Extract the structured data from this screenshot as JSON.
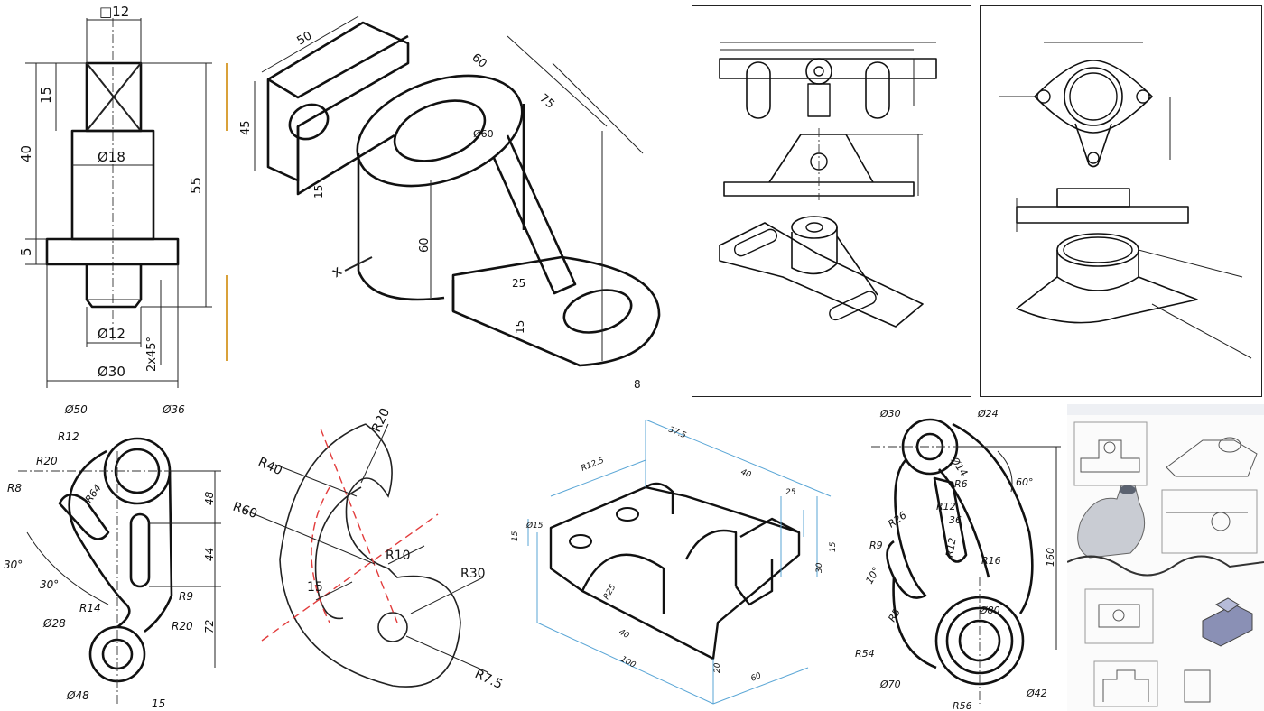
{
  "shaft": {
    "dims": [
      "□12",
      "15",
      "40",
      "5",
      "55",
      "Ø18",
      "Ø12",
      "Ø30",
      "2x45°"
    ]
  },
  "bracket_iso": {
    "dims": [
      "50",
      "45",
      "15",
      "60",
      "75",
      "Ø60",
      "60",
      "25",
      "15",
      "8",
      "x"
    ]
  },
  "arm_left": {
    "dims": [
      "Ø50",
      "Ø36",
      "R12",
      "R20",
      "R8",
      "R64",
      "30°",
      "30°",
      "R14",
      "R9",
      "Ø28",
      "R20",
      "Ø48",
      "48",
      "44",
      "72",
      "15"
    ]
  },
  "hook": {
    "dims": [
      "R20",
      "R40",
      "R60",
      "R10",
      "R30",
      "15",
      "R7.5"
    ]
  },
  "saddle": {
    "dims": [
      "37.5",
      "R12.5",
      "40",
      "25",
      "Ø15",
      "15",
      "30",
      "R25",
      "40",
      "100",
      "20",
      "60",
      "15"
    ]
  },
  "arm_right": {
    "dims": [
      "Ø30",
      "Ø24",
      "Ø14",
      "R6",
      "60°",
      "R12",
      "36",
      "R9",
      "R26",
      "R16",
      "R12",
      "R54",
      "Ø80",
      "Ø70",
      "Ø42",
      "R56",
      "160",
      "10°",
      "R5"
    ]
  },
  "dim_labels": {
    "sq12": "□12",
    "d15": "15",
    "d40": "40",
    "d5": "5",
    "d55": "55",
    "d18": "Ø18",
    "d12": "Ø12",
    "d30": "Ø30",
    "chamfer": "2x45°"
  }
}
